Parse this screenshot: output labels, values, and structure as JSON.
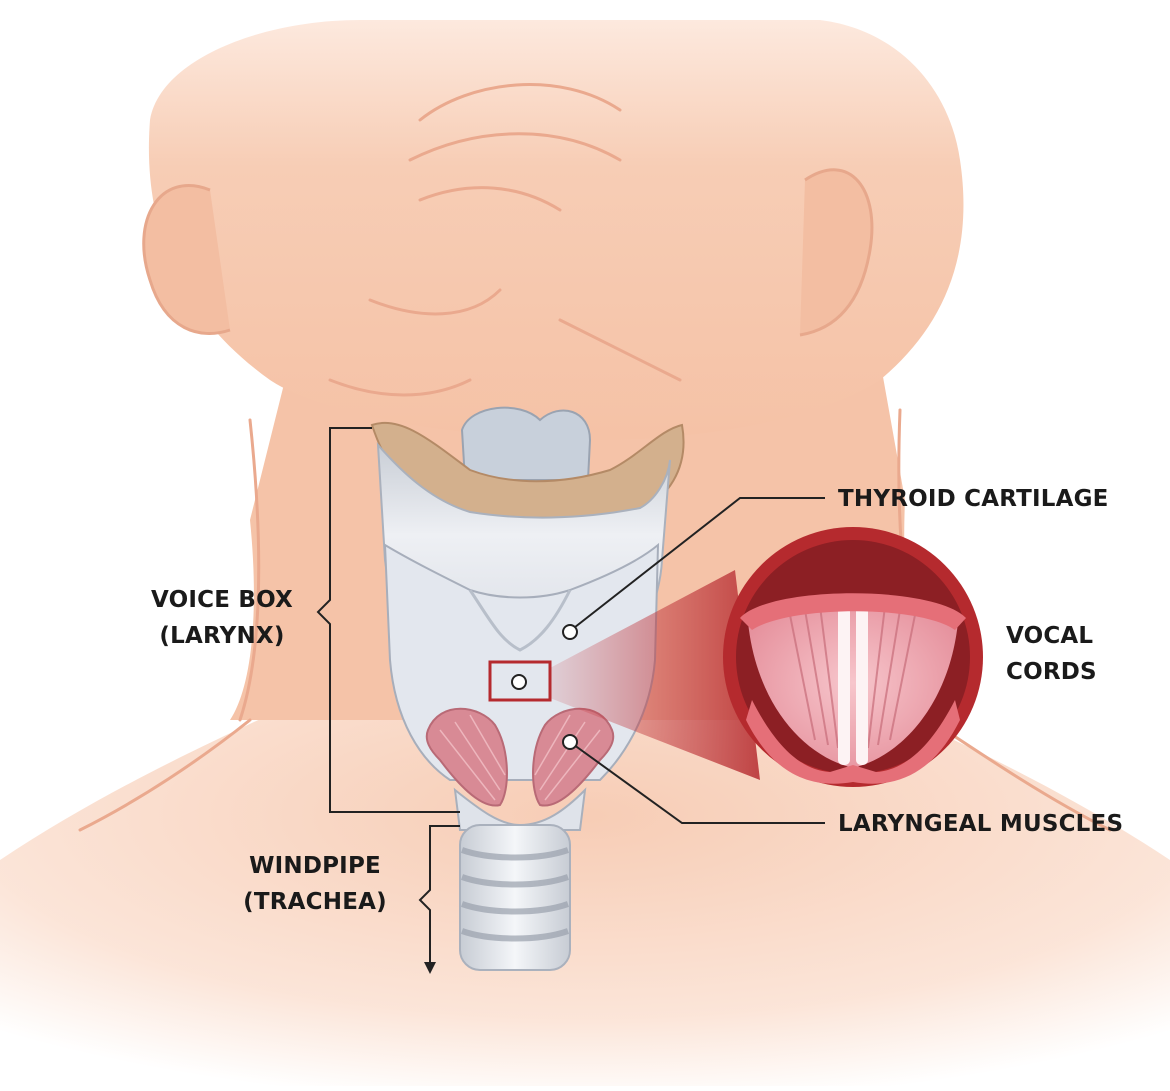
{
  "diagram": {
    "labels": {
      "voice_box": {
        "line1": "VOICE BOX",
        "line2": "(LARYNX)"
      },
      "windpipe": {
        "line1": "WINDPIPE",
        "line2": "(TRACHEA)"
      },
      "thyroid_cartilage": "THYROID CARTILAGE",
      "vocal_cords": {
        "line1": "VOCAL",
        "line2": "CORDS"
      },
      "laryngeal_muscles": "LARYNGEAL MUSCLES"
    },
    "colors": {
      "skin": "#f6c8b0",
      "skin_outline": "#e9a98d",
      "cartilage": "#dfe4ec",
      "epiglottis": "#c9a27e",
      "muscle": "#d88a95",
      "highlight_red": "#b52a2e",
      "leader_line": "#222222"
    }
  }
}
